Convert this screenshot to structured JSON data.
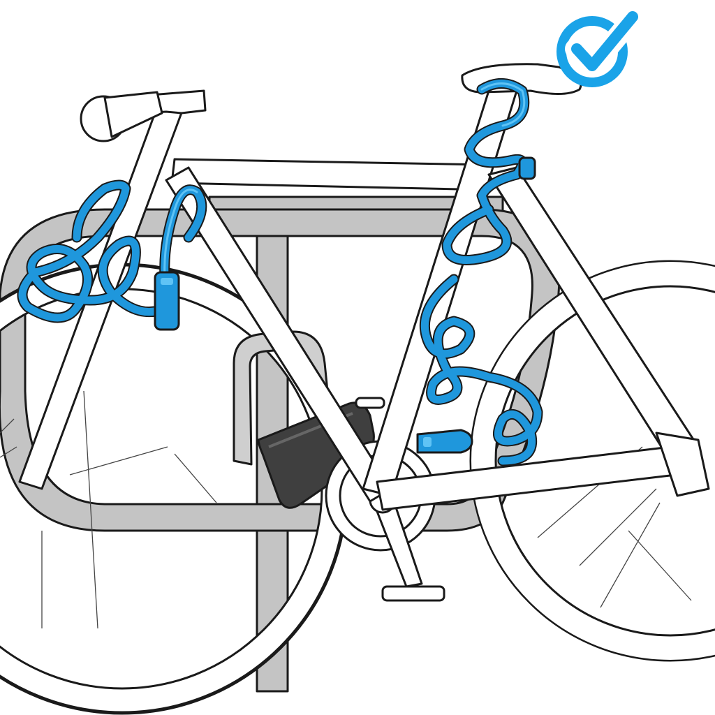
{
  "image": {
    "subject": "bike-locked-to-stand-illustration",
    "approved_indicator": "check-circle-icon",
    "colors": {
      "background": "#ffffff",
      "outline": "#1a1a1a",
      "stand_gray": "#c4c4c4",
      "cable_blue": "#1f97dc",
      "cable_core": "#5fc3f5",
      "u_lock_body": "#3f3f3f",
      "u_lock_shackle": "#cfcfcf",
      "check_blue": "#1aa3e8"
    },
    "elements": [
      "bike-frame",
      "front-wheel",
      "rear-wheel",
      "bike-stand",
      "u-lock",
      "cable-lock-front",
      "cable-lock-rear",
      "check-circle-icon"
    ]
  }
}
